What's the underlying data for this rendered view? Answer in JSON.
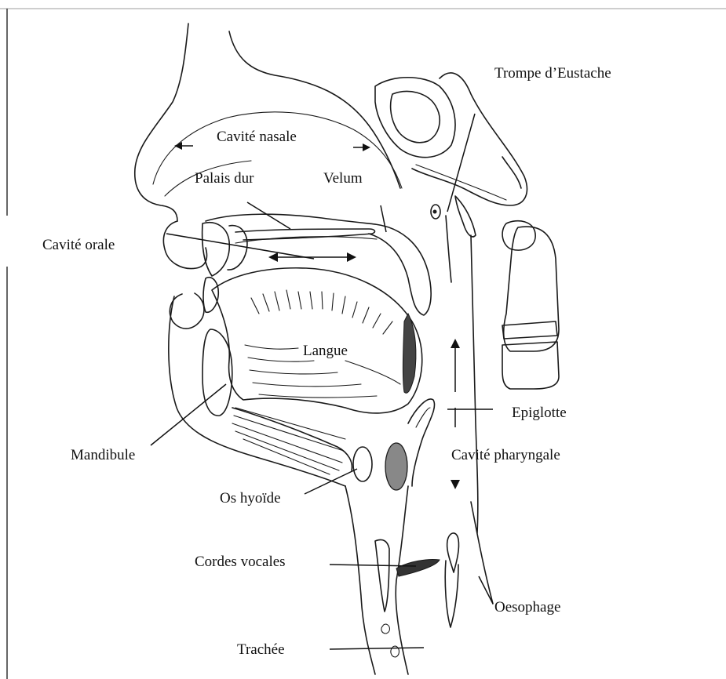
{
  "labels": {
    "trompe": "Trompe d’Eustache",
    "cavite_nasale": "Cavité nasale",
    "palais_dur": "Palais dur",
    "velum": "Velum",
    "cavite_orale": "Cavité orale",
    "langue": "Langue",
    "epiglotte": "Epiglotte",
    "mandibule": "Mandibule",
    "cavite_pharyngale": "Cavité pharyngale",
    "os_hyoide": "Os hyoïde",
    "cordes_vocales": "Cordes vocales",
    "oesophage": "Oesophage",
    "trachee": "Trachée"
  },
  "colors": {
    "ink": "#1a1a1a",
    "background": "#ffffff",
    "border": "#bdbdbd"
  }
}
